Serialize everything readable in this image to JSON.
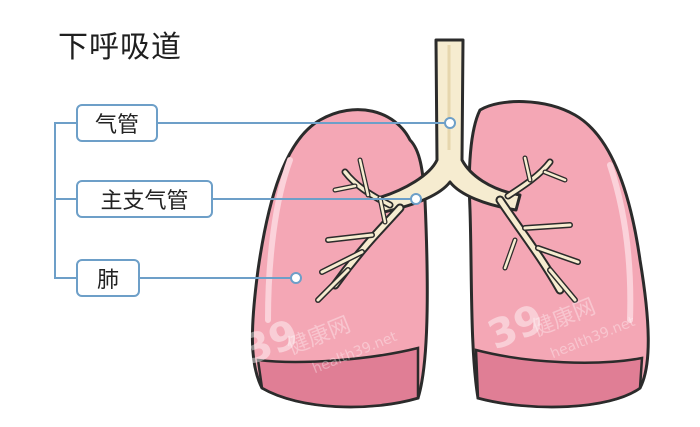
{
  "title": "下呼吸道",
  "labels": {
    "trachea": "气管",
    "bronchi": "主支气管",
    "lung": "肺"
  },
  "watermark": {
    "number": "39",
    "name": "健康网",
    "url": "health39.net"
  },
  "colors": {
    "lung_fill": "#f4a7b5",
    "lung_dark": "#d96880",
    "bronchi_fill": "#f6ecd0",
    "leader_line": "#6d9fc8",
    "outline": "#2b2b2b"
  }
}
